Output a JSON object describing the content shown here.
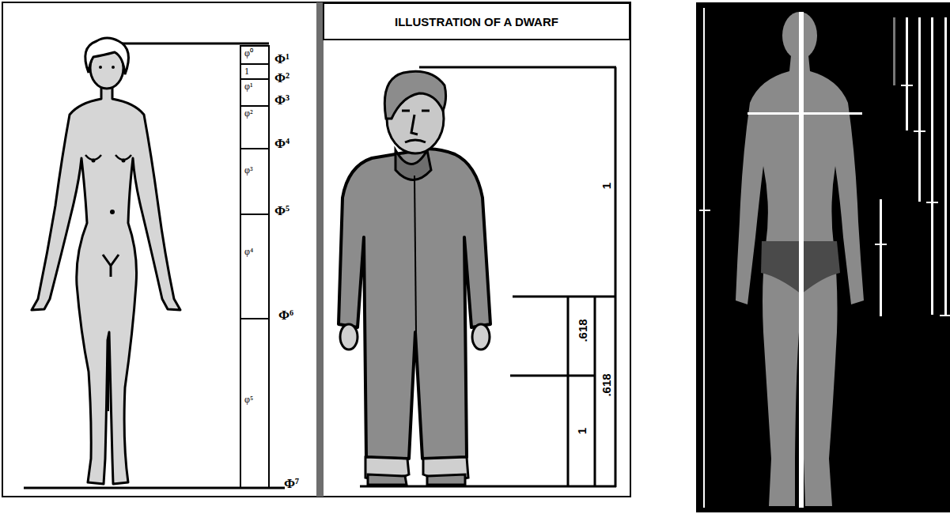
{
  "diagram": {
    "nodes": [
      {
        "text": [
          "φ⁰"
        ]
      },
      {
        "text": [
          "1"
        ]
      },
      {
        "text": [
          "φ¹"
        ]
      },
      {
        "text": [
          "φ²"
        ]
      },
      {
        "text": [
          "φ³"
        ]
      },
      {
        "text": [
          "φ⁴"
        ]
      },
      {
        "text": [
          "φ⁵"
        ]
      },
      {
        "text": [
          "ILLUSTRATION OF A DWARF"
        ]
      }
    ],
    "labels": [
      "Φ¹",
      "Φ²",
      "Φ³",
      "Φ⁴",
      "Φ⁵",
      "Φ⁶",
      "Φ⁷",
      "1",
      ".618",
      ".618",
      "1"
    ]
  }
}
